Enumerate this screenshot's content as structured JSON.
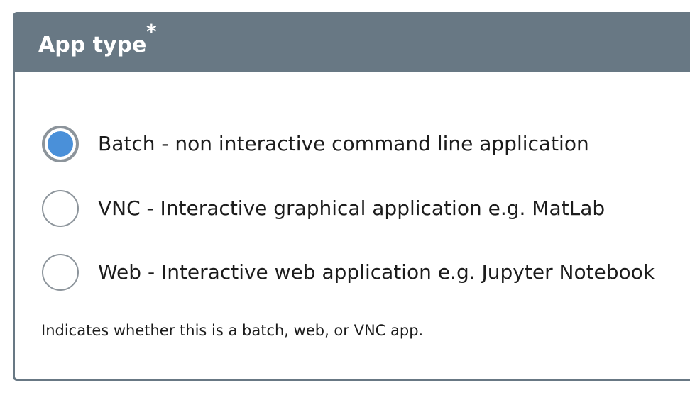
{
  "field": {
    "title": "App type",
    "required_marker": "*",
    "help_text": "Indicates whether this is a batch, web, or VNC app."
  },
  "options": [
    {
      "label": "Batch - non interactive command line application",
      "selected": true
    },
    {
      "label": "VNC - Interactive graphical application e.g. MatLab",
      "selected": false
    },
    {
      "label": "Web - Interactive web application e.g. Jupyter Notebook",
      "selected": false
    }
  ],
  "colors": {
    "header_bg": "#687884",
    "radio_selected": "#4a90d9",
    "radio_border": "#8c949b"
  }
}
